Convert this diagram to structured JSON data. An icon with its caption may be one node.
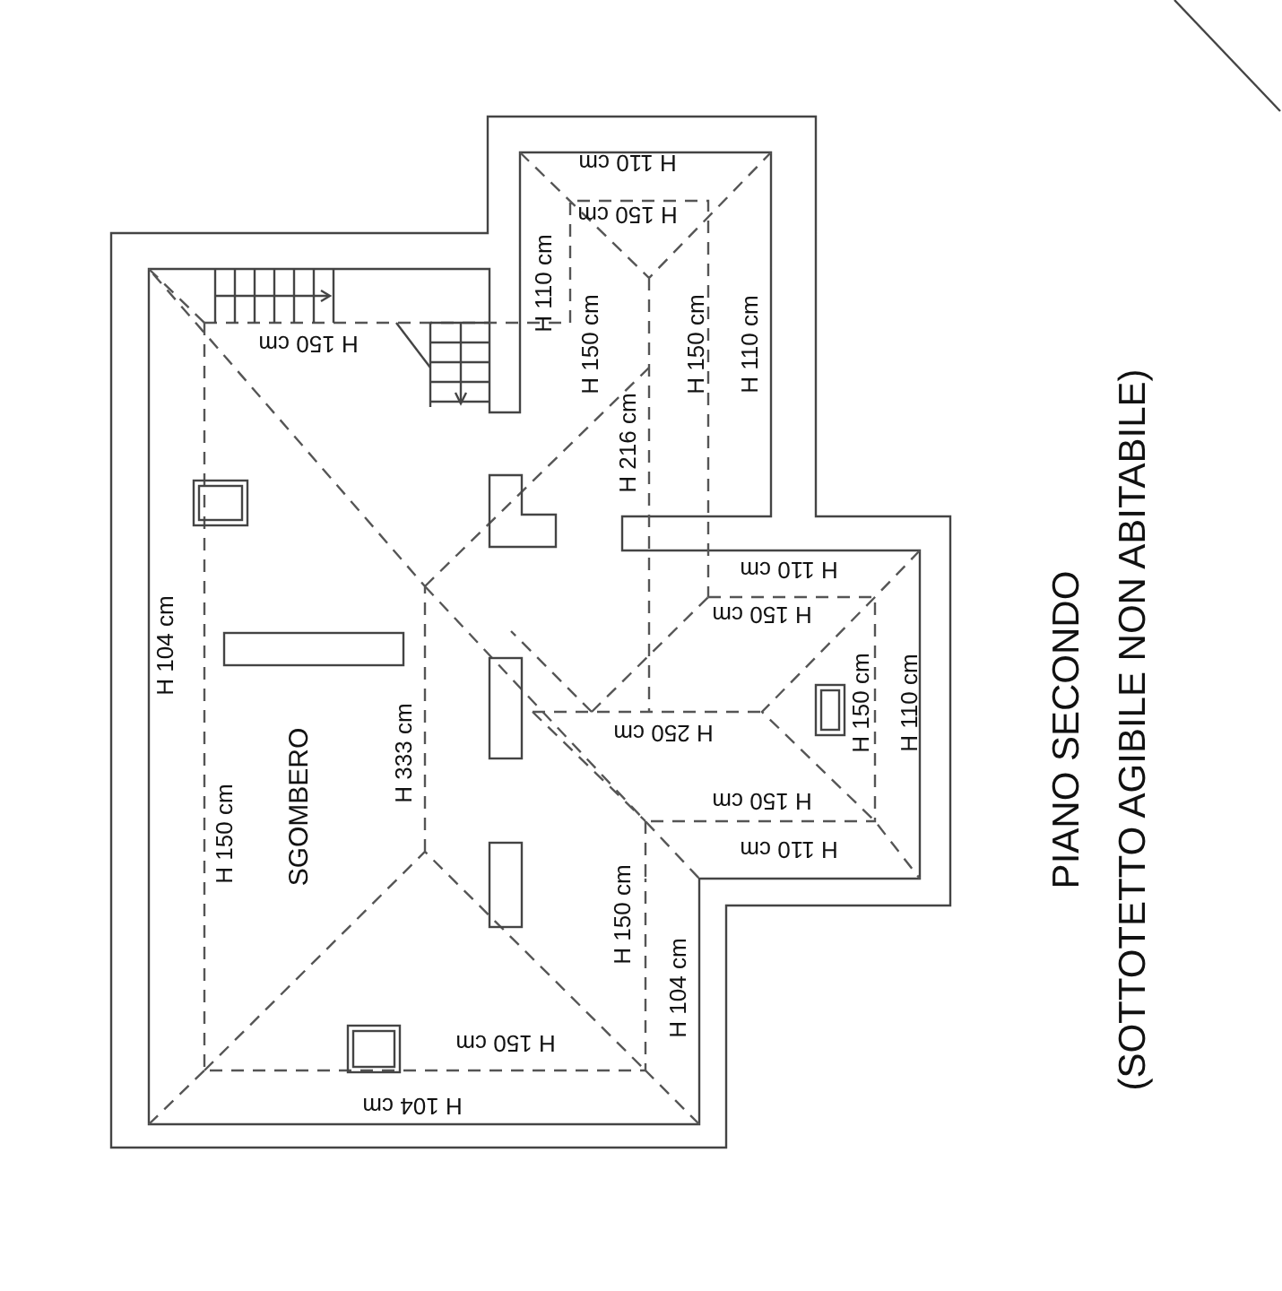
{
  "diagram": {
    "title": "PIANO SECONDO",
    "caption": "(SOTTOTETTO AGIBILE NON ABITABILE)",
    "labels": [
      "H 110 cm",
      "H 150 cm",
      "H 110 cm",
      "H 150 cm",
      "H 150 cm",
      "H 110 cm",
      "H 150 cm",
      "H 216 cm",
      "H 104 cm",
      "H 110 cm",
      "H 150 cm",
      "H 150 cm",
      "H 110 cm",
      "H 333 cm",
      "H 250 cm",
      "H 150 cm",
      "SGOMBERO",
      "H 150 cm",
      "H 110 cm",
      "H 150 cm",
      "H 104 cm",
      "H 150 cm",
      "H 104 cm"
    ]
  }
}
